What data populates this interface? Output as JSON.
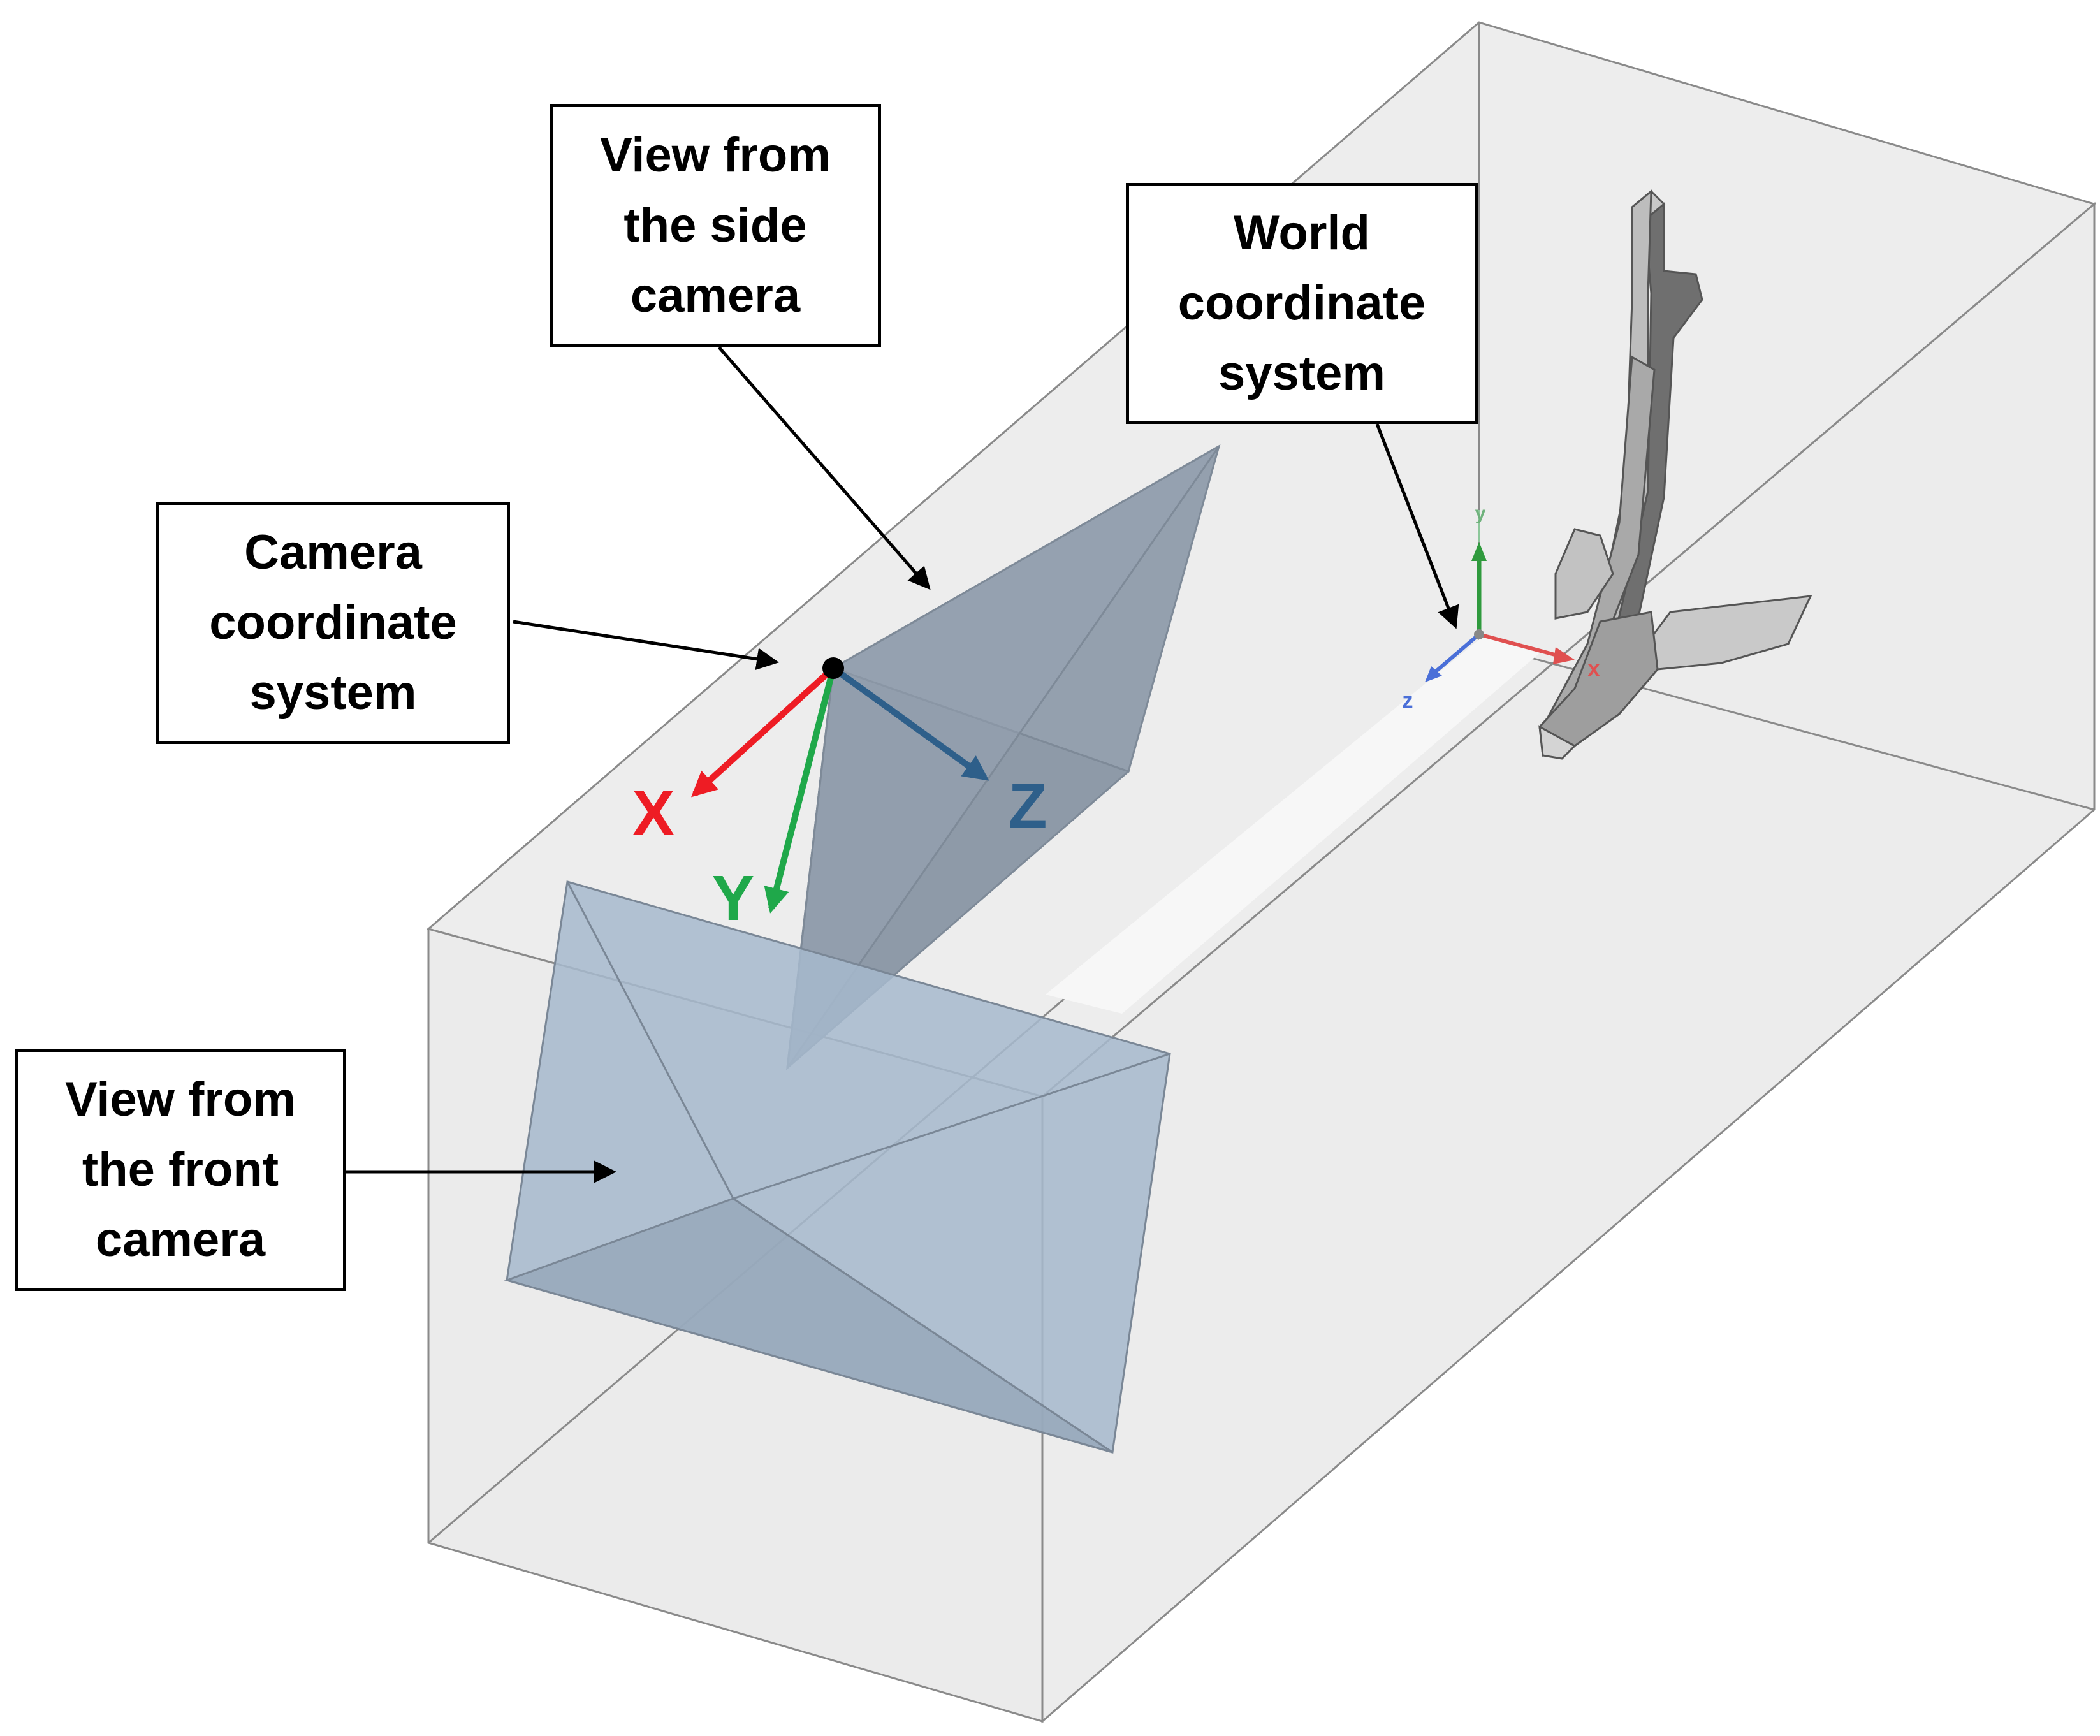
{
  "callouts": {
    "side_camera": [
      "View from",
      "the side",
      "camera"
    ],
    "world_cs": [
      "World",
      "coordinate",
      "system"
    ],
    "camera_cs": [
      "Camera",
      "coordinate",
      "system"
    ],
    "front_camera": [
      "View from",
      "the front",
      "camera"
    ]
  },
  "camera_axes": {
    "x": "X",
    "y": "Y",
    "z": "Z"
  },
  "world_axes": {
    "x": "x",
    "y": "y",
    "z": "z"
  },
  "colors": {
    "x_axis": "#ee1c24",
    "y_axis": "#1fa84a",
    "z_axis": "#2e5f8a",
    "world_x": "#e05050",
    "world_y": "#2f9a3d",
    "world_z": "#4a6fd8",
    "frustum_fill": "#9fb3c8",
    "box_edge": "#8a8a8a"
  }
}
